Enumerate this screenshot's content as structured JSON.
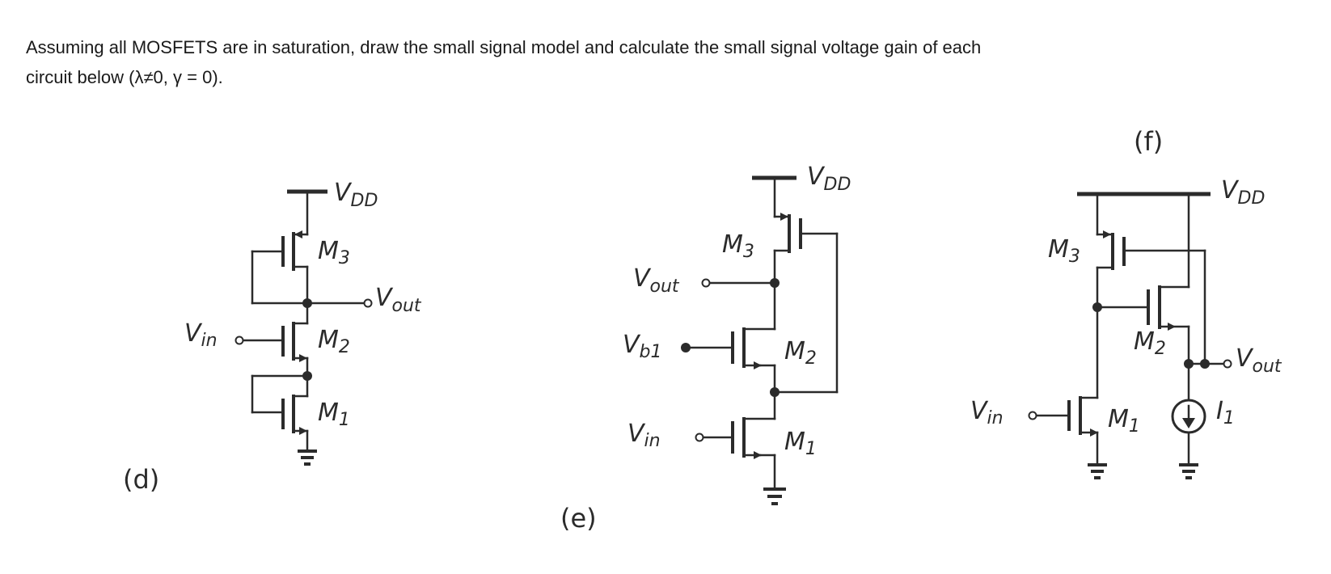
{
  "problem": {
    "line1": "Assuming all MOSFETS are in saturation, draw the small signal model and calculate the small signal voltage gain of each",
    "line2": "circuit below (λ≠0, γ = 0)."
  },
  "circuit_d": {
    "tag": "(d)",
    "vdd": "V",
    "vdd_sub": "DD",
    "vin": "V",
    "vin_sub": "in",
    "vout": "V",
    "vout_sub": "out",
    "m3": "M",
    "m3_sub": "3",
    "m2": "M",
    "m2_sub": "2",
    "m1": "M",
    "m1_sub": "1"
  },
  "circuit_e": {
    "tag": "(e)",
    "vdd": "V",
    "vdd_sub": "DD",
    "vout": "V",
    "vout_sub": "out",
    "vb1": "V",
    "vb1_sub": "b1",
    "vin": "V",
    "vin_sub": "in",
    "m3": "M",
    "m3_sub": "3",
    "m2": "M",
    "m2_sub": "2",
    "m1": "M",
    "m1_sub": "1"
  },
  "circuit_f": {
    "tag": "(f)",
    "vdd": "V",
    "vdd_sub": "DD",
    "vin": "V",
    "vin_sub": "in",
    "vout": "V",
    "vout_sub": "out",
    "i1": "I",
    "i1_sub": "1",
    "m3": "M",
    "m3_sub": "3",
    "m2": "M",
    "m2_sub": "2",
    "m1": "M",
    "m1_sub": "1"
  }
}
